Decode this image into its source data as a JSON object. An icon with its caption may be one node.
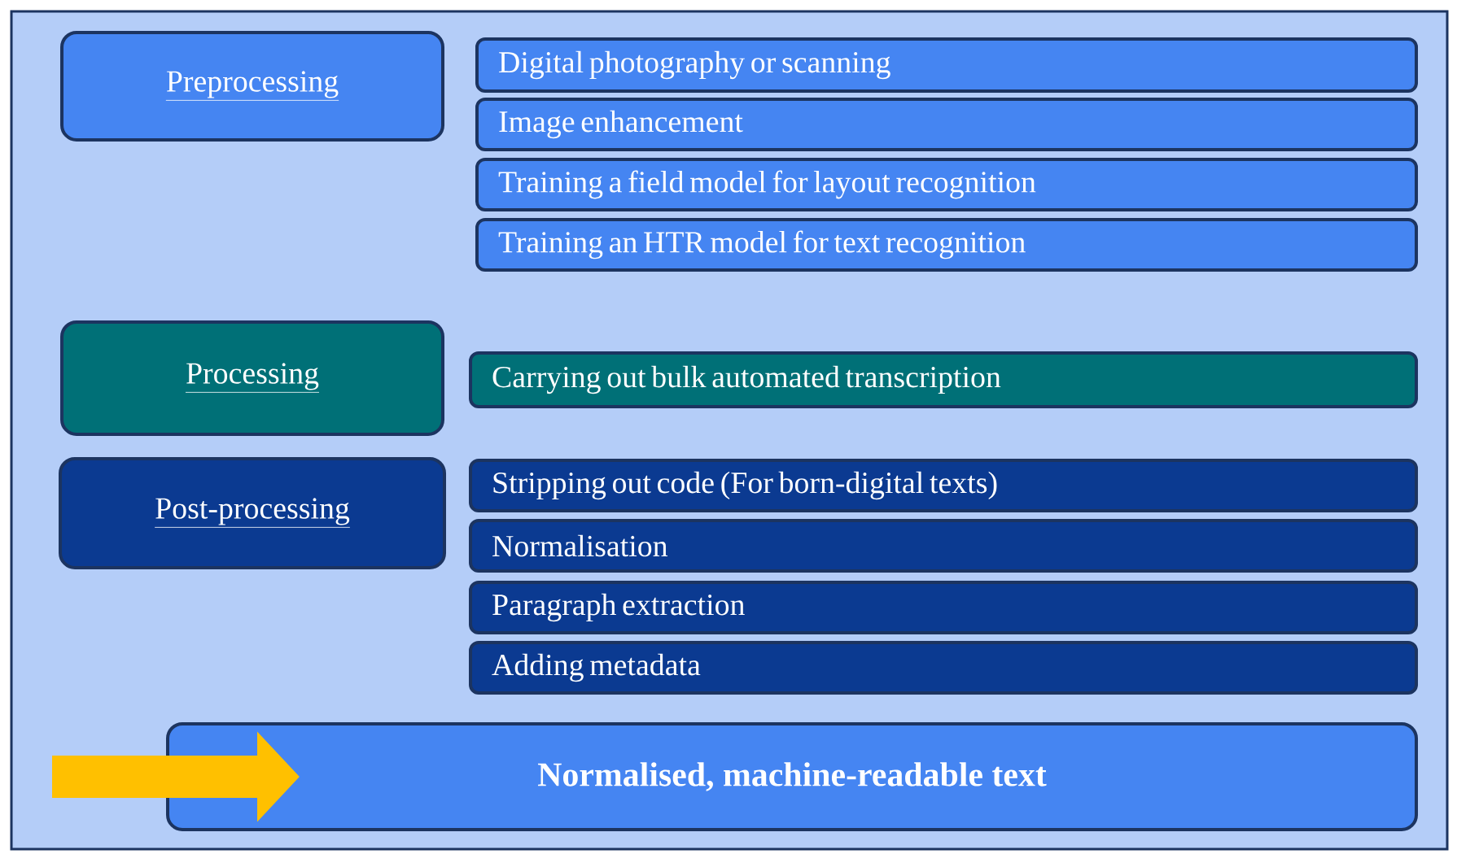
{
  "diagram": {
    "nodes": [
      {
        "text": [
          "Preprocessing"
        ]
      },
      {
        "text": [
          "Digital photography or scanning"
        ]
      },
      {
        "text": [
          "Image enhancement"
        ]
      },
      {
        "text": [
          "Training a field model for layout recognition"
        ]
      },
      {
        "text": [
          "Training an HTR model for text recognition"
        ]
      },
      {
        "text": [
          "Processing"
        ]
      },
      {
        "text": [
          "Carrying out bulk automated transcription"
        ]
      },
      {
        "text": [
          "Post-processing"
        ]
      },
      {
        "text": [
          "Stripping out code (For born-digital texts)"
        ]
      },
      {
        "text": [
          "Normalisation"
        ]
      },
      {
        "text": [
          "Paragraph extraction"
        ]
      },
      {
        "text": [
          "Adding metadata"
        ]
      },
      {
        "text": [
          "Normalised, machine-readable text"
        ]
      }
    ],
    "edges": [
      {
        "from": null,
        "to": 12,
        "arrow": "to",
        "color": "#ffc000"
      }
    ]
  }
}
